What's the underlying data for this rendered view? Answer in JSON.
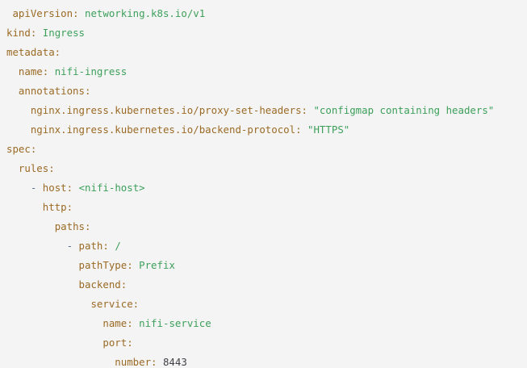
{
  "code_block": {
    "language": "yaml",
    "content_description": "Kubernetes Ingress manifest for NiFi",
    "colors": {
      "background": "#f4f4f5",
      "key": "#9b6a24",
      "string": "#3da05a",
      "punctuation": "#5a7396",
      "number": "#3f3f44",
      "plain": "#3f3f44"
    },
    "lines": [
      {
        "segments": [
          {
            "text": " ",
            "type": "plain"
          },
          {
            "text": "apiVersion:",
            "type": "key"
          },
          {
            "text": " ",
            "type": "plain"
          },
          {
            "text": "networking.k8s.io/v1",
            "type": "string"
          }
        ]
      },
      {
        "segments": [
          {
            "text": "kind:",
            "type": "key"
          },
          {
            "text": " ",
            "type": "plain"
          },
          {
            "text": "Ingress",
            "type": "string"
          }
        ]
      },
      {
        "segments": [
          {
            "text": "metadata:",
            "type": "key"
          }
        ]
      },
      {
        "segments": [
          {
            "text": "  ",
            "type": "plain"
          },
          {
            "text": "name:",
            "type": "key"
          },
          {
            "text": " ",
            "type": "plain"
          },
          {
            "text": "nifi-ingress",
            "type": "string"
          }
        ]
      },
      {
        "segments": [
          {
            "text": "  ",
            "type": "plain"
          },
          {
            "text": "annotations:",
            "type": "key"
          }
        ]
      },
      {
        "segments": [
          {
            "text": "    ",
            "type": "plain"
          },
          {
            "text": "nginx.ingress.kubernetes.io/proxy-set-headers:",
            "type": "key"
          },
          {
            "text": " ",
            "type": "plain"
          },
          {
            "text": "\"configmap containing headers\"",
            "type": "string"
          }
        ]
      },
      {
        "segments": [
          {
            "text": "    ",
            "type": "plain"
          },
          {
            "text": "nginx.ingress.kubernetes.io/backend-protocol:",
            "type": "key"
          },
          {
            "text": " ",
            "type": "plain"
          },
          {
            "text": "\"HTTPS\"",
            "type": "string"
          }
        ]
      },
      {
        "segments": [
          {
            "text": "spec:",
            "type": "key"
          }
        ]
      },
      {
        "segments": [
          {
            "text": "  ",
            "type": "plain"
          },
          {
            "text": "rules:",
            "type": "key"
          }
        ]
      },
      {
        "segments": [
          {
            "text": "    ",
            "type": "plain"
          },
          {
            "text": "-",
            "type": "punctuation"
          },
          {
            "text": " ",
            "type": "plain"
          },
          {
            "text": "host:",
            "type": "key"
          },
          {
            "text": " ",
            "type": "plain"
          },
          {
            "text": "<nifi-host>",
            "type": "string"
          }
        ]
      },
      {
        "segments": [
          {
            "text": "      ",
            "type": "plain"
          },
          {
            "text": "http:",
            "type": "key"
          }
        ]
      },
      {
        "segments": [
          {
            "text": "        ",
            "type": "plain"
          },
          {
            "text": "paths:",
            "type": "key"
          }
        ]
      },
      {
        "segments": [
          {
            "text": "          ",
            "type": "plain"
          },
          {
            "text": "-",
            "type": "punctuation"
          },
          {
            "text": " ",
            "type": "plain"
          },
          {
            "text": "path:",
            "type": "key"
          },
          {
            "text": " ",
            "type": "plain"
          },
          {
            "text": "/",
            "type": "string"
          }
        ]
      },
      {
        "segments": [
          {
            "text": "            ",
            "type": "plain"
          },
          {
            "text": "pathType:",
            "type": "key"
          },
          {
            "text": " ",
            "type": "plain"
          },
          {
            "text": "Prefix",
            "type": "string"
          }
        ]
      },
      {
        "segments": [
          {
            "text": "            ",
            "type": "plain"
          },
          {
            "text": "backend:",
            "type": "key"
          }
        ]
      },
      {
        "segments": [
          {
            "text": "              ",
            "type": "plain"
          },
          {
            "text": "service:",
            "type": "key"
          }
        ]
      },
      {
        "segments": [
          {
            "text": "                ",
            "type": "plain"
          },
          {
            "text": "name:",
            "type": "key"
          },
          {
            "text": " ",
            "type": "plain"
          },
          {
            "text": "nifi-service",
            "type": "string"
          }
        ]
      },
      {
        "segments": [
          {
            "text": "                ",
            "type": "plain"
          },
          {
            "text": "port:",
            "type": "key"
          }
        ]
      },
      {
        "segments": [
          {
            "text": "                  ",
            "type": "plain"
          },
          {
            "text": "number:",
            "type": "key"
          },
          {
            "text": " ",
            "type": "plain"
          },
          {
            "text": "8443",
            "type": "number"
          }
        ]
      }
    ]
  }
}
